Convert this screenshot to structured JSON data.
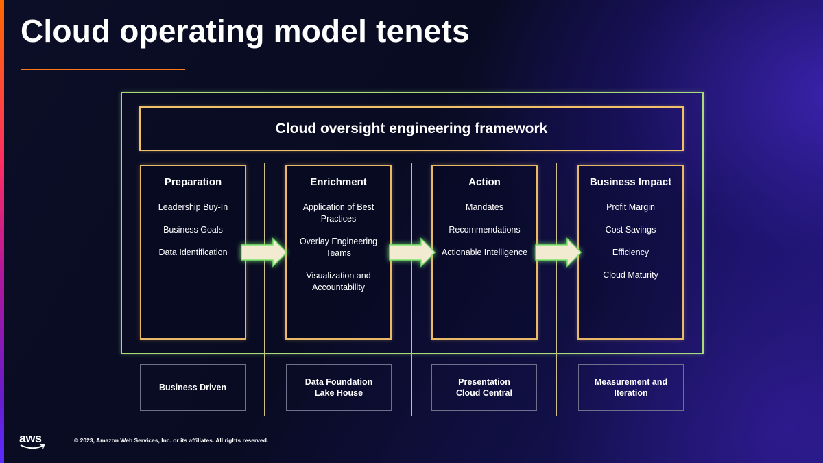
{
  "slide": {
    "title": "Cloud operating model tenets",
    "framework_title": "Cloud oversight engineering framework"
  },
  "stages": [
    {
      "title": "Preparation",
      "items": [
        "Leadership Buy-In",
        "Business Goals",
        "Data Identification"
      ]
    },
    {
      "title": "Enrichment",
      "items": [
        "Application of Best Practices",
        "Overlay Engineering Teams",
        "Visualization and Accountability"
      ]
    },
    {
      "title": "Action",
      "items": [
        "Mandates",
        "Recommendations",
        "Actionable Intelligence"
      ]
    },
    {
      "title": "Business Impact",
      "items": [
        "Profit Margin",
        "Cost Savings",
        "Efficiency",
        "Cloud Maturity"
      ]
    }
  ],
  "foundations": [
    "Business Driven",
    "Data Foundation\nLake House",
    "Presentation\nCloud Central",
    "Measurement and\nIteration"
  ],
  "footer": {
    "logo_text": "aws",
    "copyright": "© 2023, Amazon Web Services, Inc. or its affiliates. All rights reserved."
  },
  "colors": {
    "accent_orange": "#ff7a1a",
    "frame_green": "#a6dc7a",
    "box_gold": "#f1c16a",
    "arrow_fill": "#f3ead2"
  }
}
